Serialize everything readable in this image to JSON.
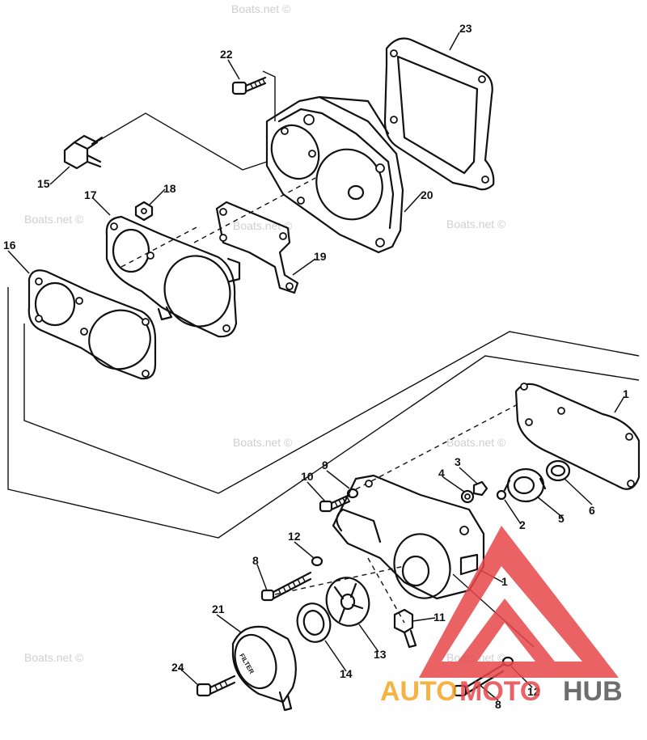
{
  "callouts": [
    {
      "id": "23",
      "text": "23"
    },
    {
      "id": "22",
      "text": "22"
    },
    {
      "id": "15",
      "text": "15"
    },
    {
      "id": "18",
      "text": "18"
    },
    {
      "id": "17",
      "text": "17"
    },
    {
      "id": "20",
      "text": "20"
    },
    {
      "id": "16",
      "text": "16"
    },
    {
      "id": "19",
      "text": "19"
    },
    {
      "id": "1a",
      "text": "1"
    },
    {
      "id": "10",
      "text": "10"
    },
    {
      "id": "9",
      "text": "9"
    },
    {
      "id": "4",
      "text": "4"
    },
    {
      "id": "3",
      "text": "3"
    },
    {
      "id": "5",
      "text": "5"
    },
    {
      "id": "6",
      "text": "6"
    },
    {
      "id": "2",
      "text": "2"
    },
    {
      "id": "12a",
      "text": "12"
    },
    {
      "id": "8a",
      "text": "8"
    },
    {
      "id": "1b",
      "text": "1"
    },
    {
      "id": "21",
      "text": "21"
    },
    {
      "id": "11",
      "text": "11"
    },
    {
      "id": "13",
      "text": "13"
    },
    {
      "id": "14",
      "text": "14"
    },
    {
      "id": "24",
      "text": "24"
    },
    {
      "id": "12b",
      "text": "12"
    },
    {
      "id": "8b",
      "text": "8"
    }
  ],
  "watermark": "Boats.net ©",
  "cap_lettering": "FILTER",
  "logo": {
    "auto": "AUTO",
    "moto": "MOTO",
    "hub": "HUB",
    "colors": {
      "orange": "#f5a623",
      "red": "#e8474b",
      "gray": "#555555"
    }
  }
}
